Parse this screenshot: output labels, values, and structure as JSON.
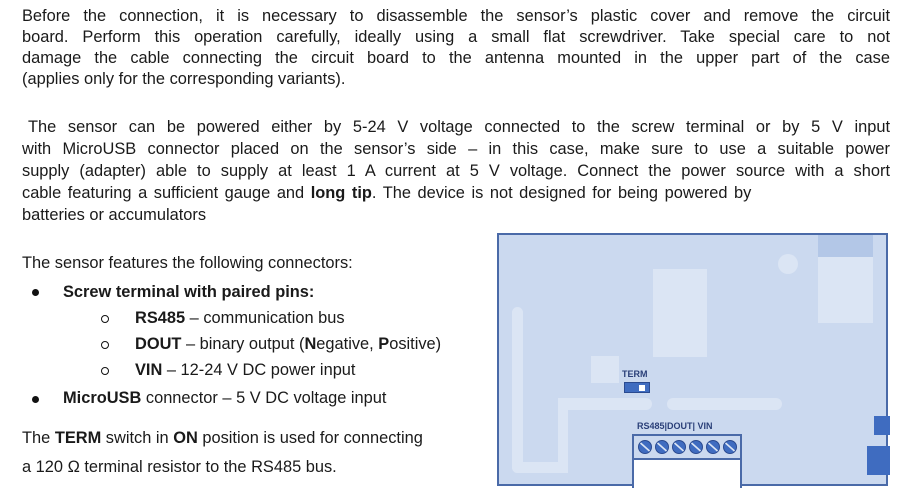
{
  "para1": [
    "Before the connection, it is necessary to disassemble the sensor’s plastic cover and remove the circuit",
    "board. Perform this operation carefully, ideally using a small flat screwdriver. Take special care to not",
    "damage the cable connecting the circuit board to the antenna mounted in the upper part of the case",
    "(applies only for the corresponding variants)."
  ],
  "para2": [
    "The sensor can be powered either by 5-24 V voltage connected to the screw terminal or by 5 V input",
    "with MicroUSB connector placed on the sensor’s side – in this case, make sure to use a suitable power",
    "supply (adapter) able to supply at least 1 A current at 5 V voltage. Connect the power source with a short",
    "cable featuring a sufficient gauge and ",
    "long tip",
    ". The device is not designed for being powered by",
    "batteries or accumulators"
  ],
  "connectors": {
    "intro": "The sensor features the following connectors:",
    "screw": "Screw terminal with paired pins:",
    "rs485_name": "RS485",
    "rs485_desc": " – communication bus",
    "dout_name": "DOUT",
    "dout_desc1": " – binary output (",
    "dout_n": "N",
    "dout_neg": "egative, ",
    "dout_p": "P",
    "dout_pos": "ositive)",
    "vin_name": "VIN",
    "vin_desc": " – 12-24 V DC power input",
    "usb_name": "MicroUSB",
    "usb_desc": " connector – 5 V DC voltage input"
  },
  "term": {
    "a": "The ",
    "term": "TERM",
    "b": " switch in ",
    "on": "ON",
    "c": " position is used for connecting",
    "line2": "a 120 Ω terminal resistor to the RS485 bus."
  },
  "diagram": {
    "term_label": "TERM",
    "terminal_label": "RS485|DOUT| VIN",
    "screw_count": 6,
    "colors": {
      "board": "#cbd9ef",
      "accent": "#3f6cc0"
    }
  }
}
